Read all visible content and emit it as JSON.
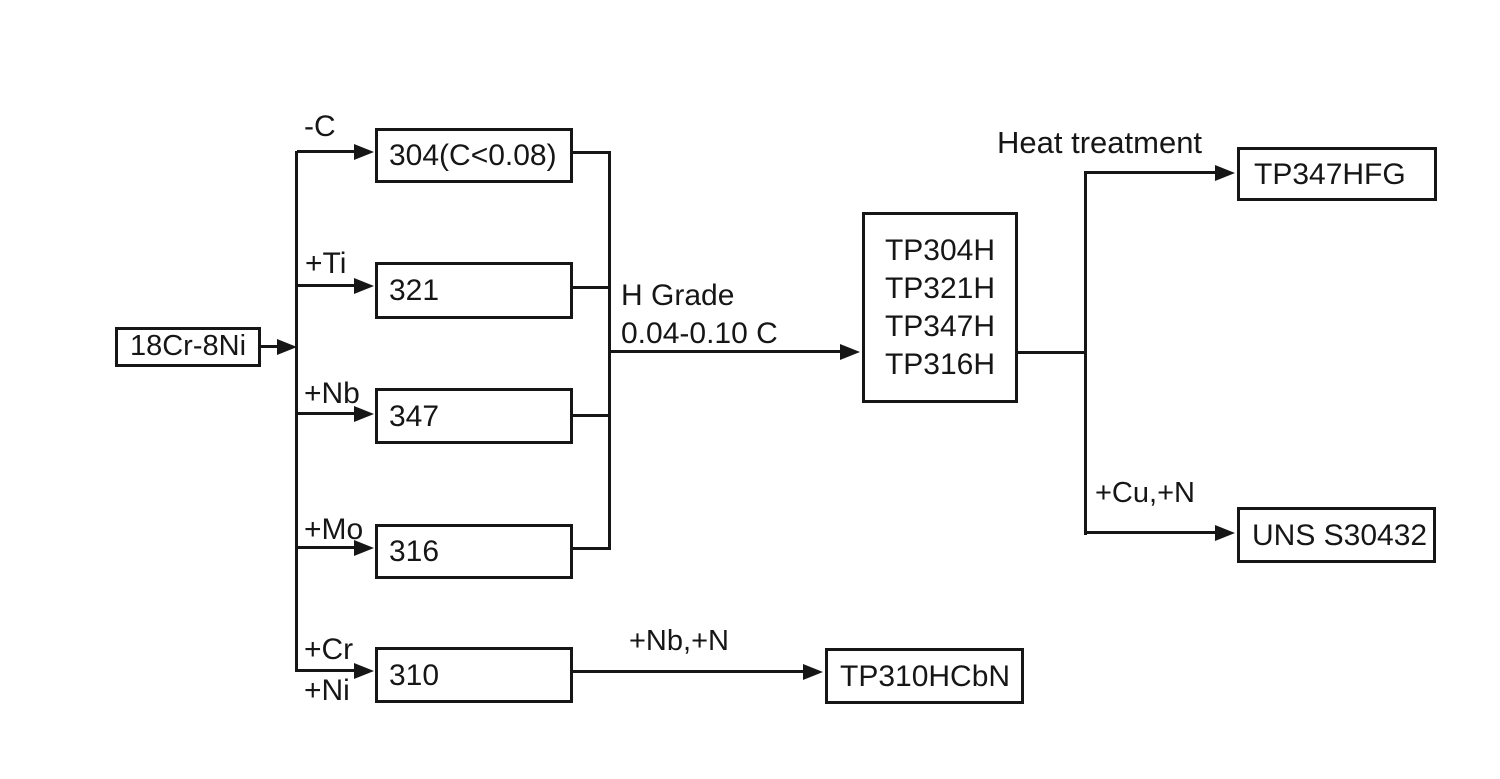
{
  "diagram": {
    "description": "Flowchart of 18Cr-8Ni austenitic stainless steel grade development",
    "ink_color": "#161616",
    "background_color": "#ffffff",
    "nodes": {
      "source": "18Cr-8Ni",
      "g304": "304(C<0.08)",
      "g321": "321",
      "g347": "347",
      "g316": "316",
      "g310": "310",
      "h_grades": {
        "line1": "TP304H",
        "line2": "TP321H",
        "line3": "TP347H",
        "line4": "TP316H"
      },
      "tp347hfg": "TP347HFG",
      "uns_s30432": "UNS S30432",
      "tp310hcbn": "TP310HCbN"
    },
    "edge_labels": {
      "minus_c": "-C",
      "plus_ti": "+Ti",
      "plus_nb": "+Nb",
      "plus_mo": "+Mo",
      "plus_cr": "+Cr",
      "plus_ni": "+Ni",
      "h_grade_title": "H Grade",
      "h_grade_range": "0.04-0.10 C",
      "heat_treatment": "Heat treatment",
      "plus_cu_n": "+Cu,+N",
      "plus_nb_n": "+Nb,+N"
    }
  }
}
